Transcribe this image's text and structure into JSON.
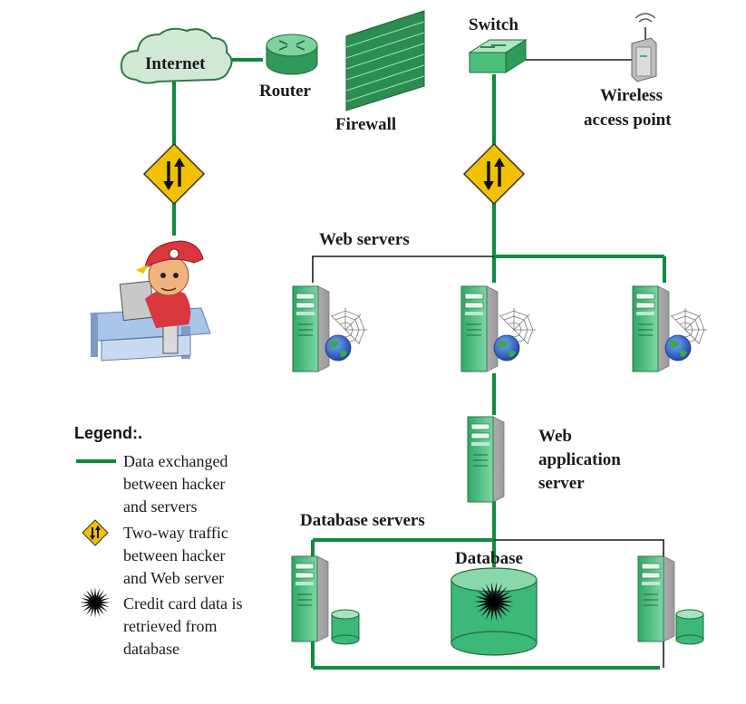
{
  "labels": {
    "internet": "Internet",
    "router": "Router",
    "firewall": "Firewall",
    "switch": "Switch",
    "wireless_line1": "Wireless",
    "wireless_line2": "access point",
    "web_servers": "Web servers",
    "web_app_line1": "Web",
    "web_app_line2": "application",
    "web_app_line3": "server",
    "database_servers": "Database servers",
    "database": "Database"
  },
  "legend": {
    "title": "Legend:.",
    "items": [
      {
        "icon": "green-line",
        "lines": [
          "Data exchanged",
          "between hacker",
          "and servers"
        ]
      },
      {
        "icon": "two-way-arrows-diamond-icon",
        "lines": [
          "Two-way traffic",
          "between hacker",
          "and Web server"
        ]
      },
      {
        "icon": "starburst-icon",
        "lines": [
          "Credit card data is",
          "retrieved from",
          "database"
        ]
      }
    ]
  },
  "colors": {
    "data_line": "#0f8a3f",
    "server_green": "#3cb878",
    "cloud": "#cfe9d5",
    "warning_yellow": "#f2c200",
    "plain_line": "#1a1a1a"
  }
}
